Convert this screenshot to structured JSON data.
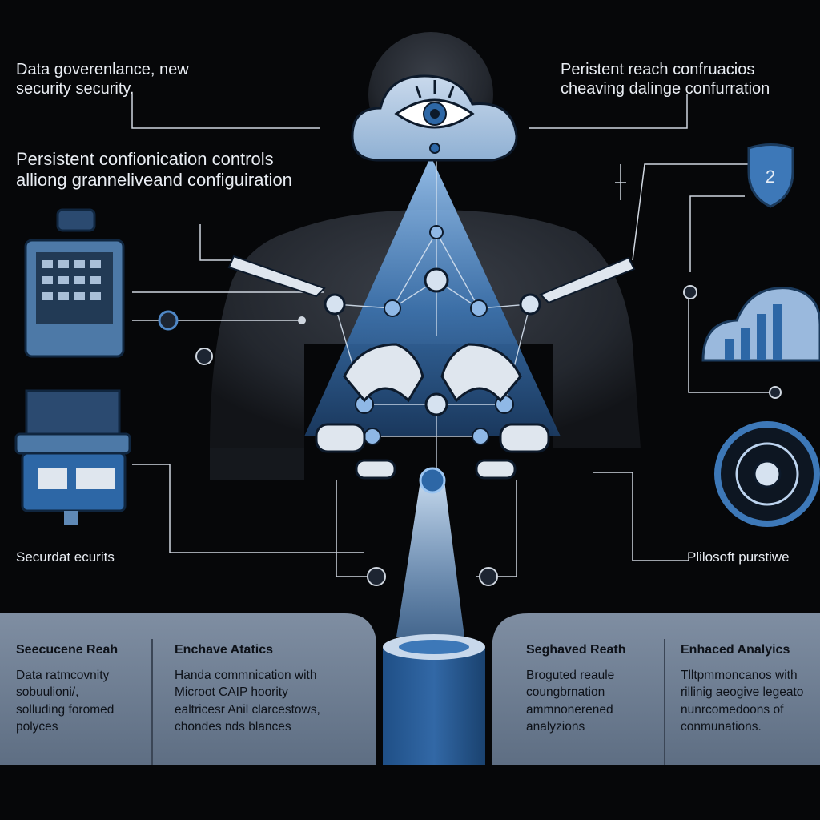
{
  "texts": {
    "top_left": [
      "Data goverenlance, new",
      "security security."
    ],
    "top_right": [
      "Peristent reach  confruacios",
      "cheaving  dalinge confurration"
    ],
    "mid_left": [
      "Persistent confionication controls",
      "alliong granneliveand configuiration"
    ],
    "bottom_left": [
      "Securdat ecurits"
    ],
    "bottom_right": [
      "Plilosoft purstiwe"
    ]
  },
  "panels": [
    {
      "title": "Seecucene Reah",
      "body": [
        "Data ratmcovnity",
        "sobuulioni/,",
        "solluding foromed",
        "polyces"
      ]
    },
    {
      "title": "Enchave Atatics",
      "body": [
        "Handa commnication with",
        "Microot CAIP hoority",
        "ealtricesr Anil clarcestows,",
        "chondes nds blances"
      ]
    },
    {
      "title": "Seghaved Reath",
      "body": [
        "Broguted reaule",
        "coungbrnation",
        "ammnonerened",
        "analyzions"
      ]
    },
    {
      "title": "Enhaced Analyics",
      "body": [
        "Tlltpmmoncanos with",
        "rillinig aeogive legeato",
        "nunrcomedoons of",
        "conmunations."
      ]
    }
  ],
  "icons": {
    "cloud_eye": "cloud-eye-icon",
    "shield": "shield-icon",
    "server": "server-icon",
    "cloud_chart": "cloud-chart-icon",
    "database_stack": "database-stack-icon",
    "gauge": "gauge-icon",
    "robot_hands": "robot-hands-icon"
  },
  "colors": {
    "background": "#060709",
    "accent_blue": "#3d78b8",
    "beam": "#6fa7e6",
    "panel": "#6b7c92",
    "line": "#cfd6df"
  }
}
